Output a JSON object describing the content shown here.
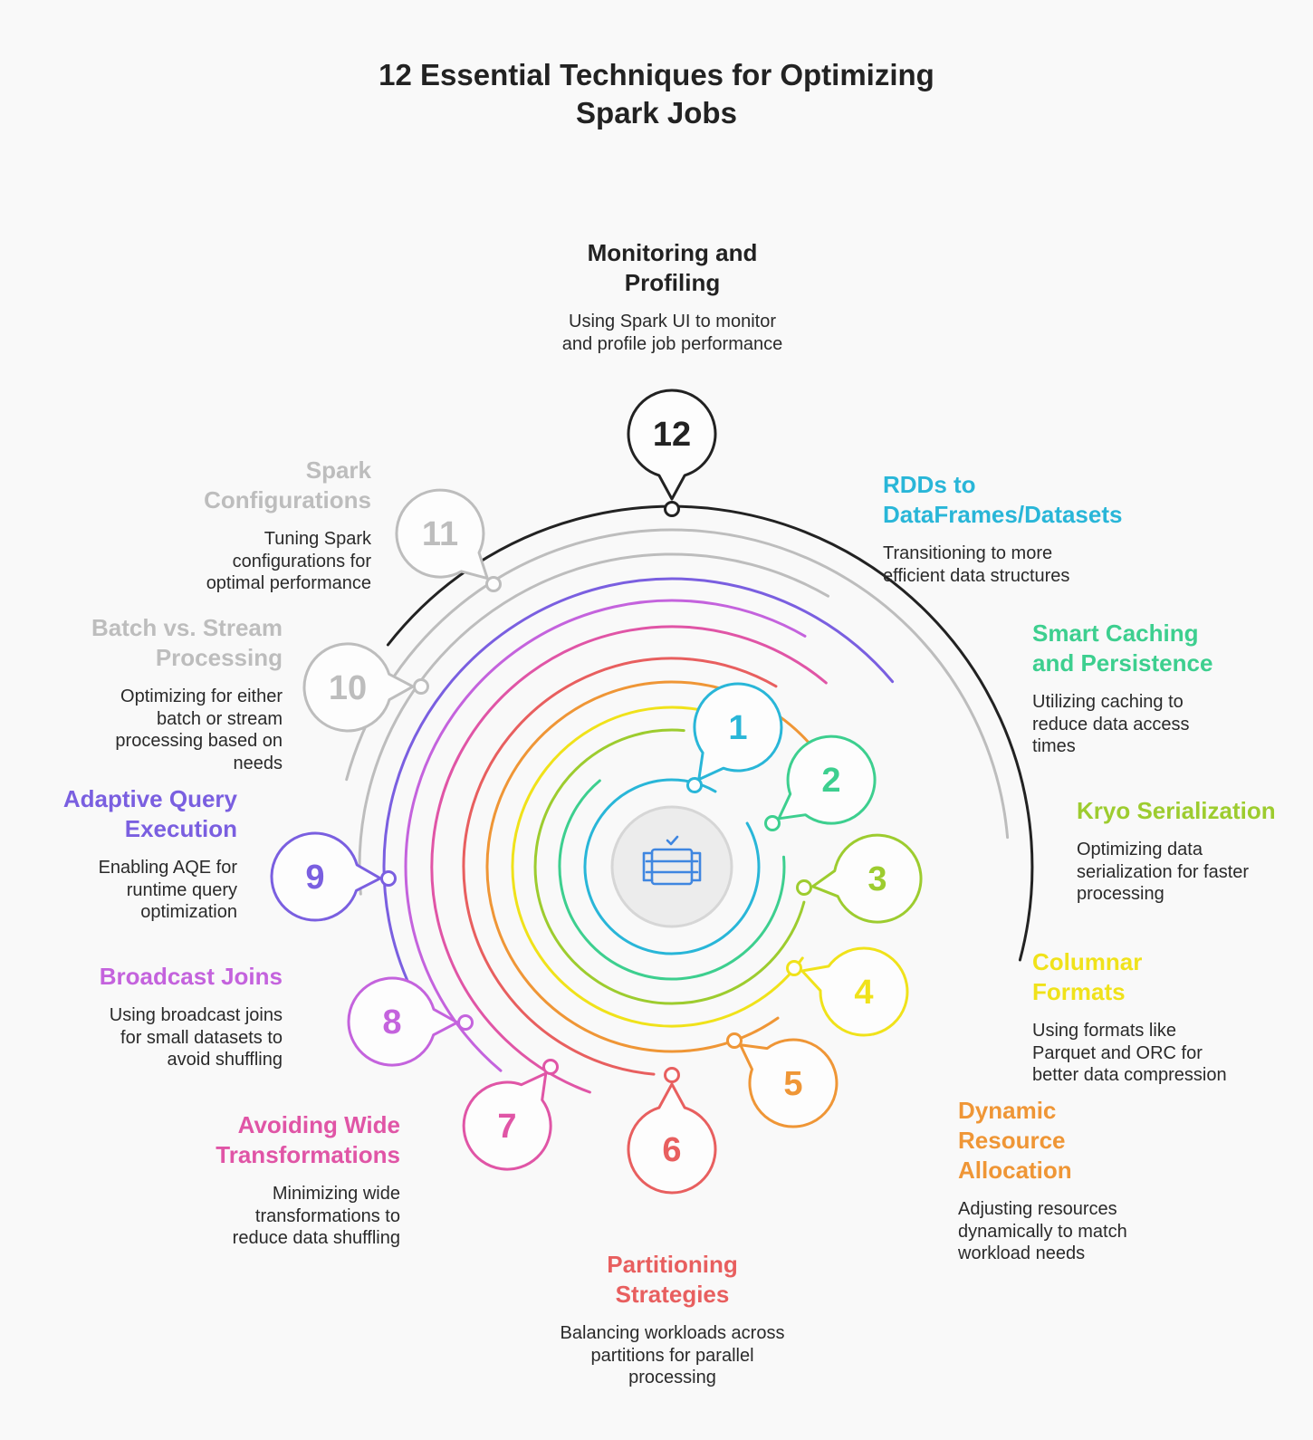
{
  "title_lines": [
    "12 Essential Techniques for Optimizing",
    "Spark Jobs"
  ],
  "center_icon": "database-check-icon",
  "colors": {
    "1": "#29b6d8",
    "2": "#3dcf8f",
    "3": "#9dcc2f",
    "4": "#f0e21a",
    "5": "#ef9636",
    "6": "#e85f5f",
    "7": "#e055a6",
    "8": "#c463dd",
    "9": "#7a5fe0",
    "10": "#bdbdbd",
    "11": "#bdbdbd",
    "12": "#222222"
  },
  "steps": [
    {
      "number": "1",
      "title_lines": [
        "RDDs to",
        "DataFrames/Datasets"
      ],
      "desc_lines": [
        "Transitioning to more",
        "efficient data structures"
      ]
    },
    {
      "number": "2",
      "title_lines": [
        "Smart Caching",
        "and Persistence"
      ],
      "desc_lines": [
        "Utilizing caching to",
        "reduce data access",
        "times"
      ]
    },
    {
      "number": "3",
      "title_lines": [
        "Kryo Serialization"
      ],
      "desc_lines": [
        "Optimizing data",
        "serialization for faster",
        "processing"
      ]
    },
    {
      "number": "4",
      "title_lines": [
        "Columnar",
        "Formats"
      ],
      "desc_lines": [
        "Using formats like",
        "Parquet and ORC for",
        "better data compression"
      ]
    },
    {
      "number": "5",
      "title_lines": [
        "Dynamic",
        "Resource",
        "Allocation"
      ],
      "desc_lines": [
        "Adjusting resources",
        "dynamically to match",
        "workload needs"
      ]
    },
    {
      "number": "6",
      "title_lines": [
        "Partitioning",
        "Strategies"
      ],
      "desc_lines": [
        "Balancing workloads across",
        "partitions for parallel",
        "processing"
      ]
    },
    {
      "number": "7",
      "title_lines": [
        "Avoiding Wide",
        "Transformations"
      ],
      "desc_lines": [
        "Minimizing wide",
        "transformations to",
        "reduce data shuffling"
      ]
    },
    {
      "number": "8",
      "title_lines": [
        "Broadcast Joins"
      ],
      "desc_lines": [
        "Using broadcast joins",
        "for small datasets to",
        "avoid shuffling"
      ]
    },
    {
      "number": "9",
      "title_lines": [
        "Adaptive Query",
        "Execution"
      ],
      "desc_lines": [
        "Enabling AQE for",
        "runtime query",
        "optimization"
      ]
    },
    {
      "number": "10",
      "title_lines": [
        "Batch vs. Stream",
        "Processing"
      ],
      "desc_lines": [
        "Optimizing for either",
        "batch or stream",
        "processing based on",
        "needs"
      ]
    },
    {
      "number": "11",
      "title_lines": [
        "Spark",
        "Configurations"
      ],
      "desc_lines": [
        "Tuning Spark",
        "configurations for",
        "optimal performance"
      ]
    },
    {
      "number": "12",
      "title_lines": [
        "Monitoring and",
        "Profiling"
      ],
      "desc_lines": [
        "Using Spark UI to monitor",
        "and profile job performance"
      ]
    }
  ]
}
